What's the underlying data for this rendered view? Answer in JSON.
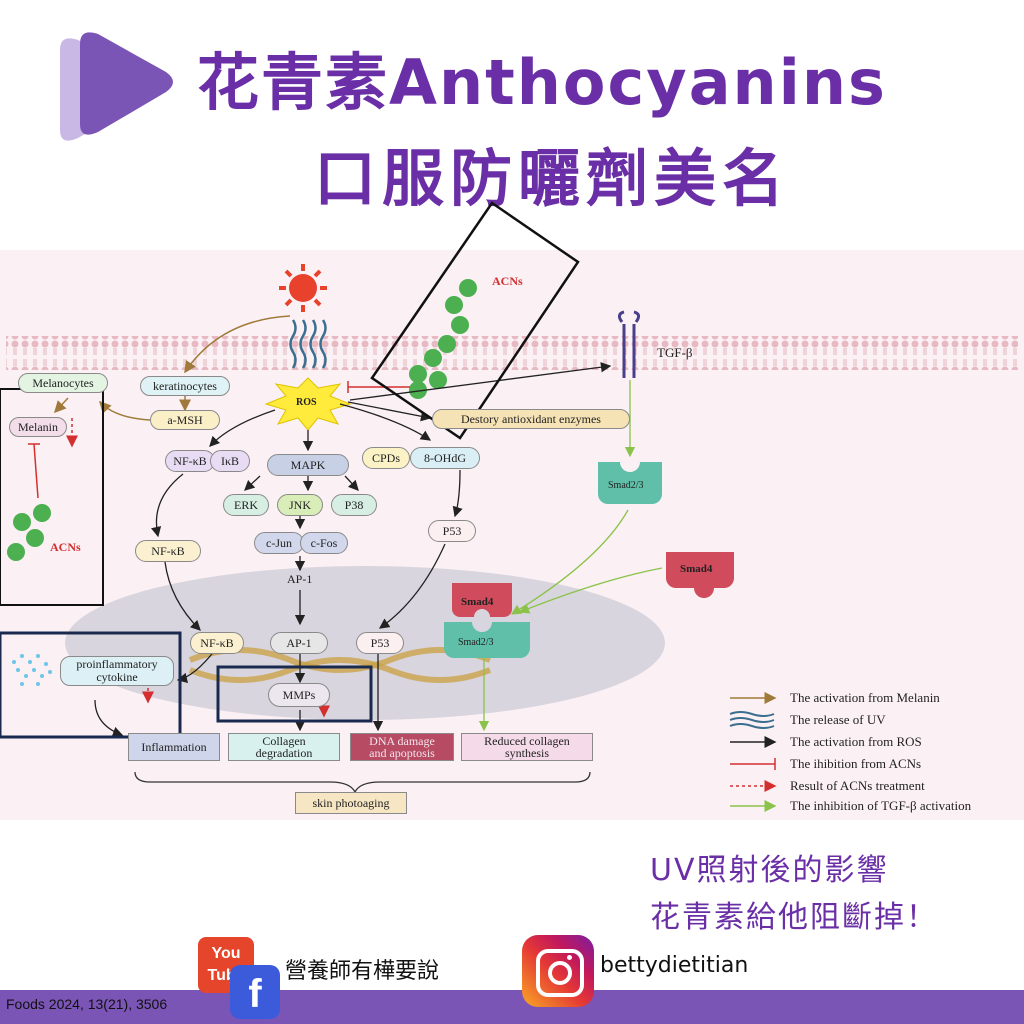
{
  "title_line1": "花青素Anthocyanins",
  "title_line2": "口服防曬劑美名",
  "diagram": {
    "acns_top": "ACNs",
    "tgf": "TGF-β",
    "melanocytes": "Melanocytes",
    "keratinocytes": "keratinocytes",
    "amsh": "a-MSH",
    "ros": "ROS",
    "destroy": "Destory antioxidant enzymes",
    "melanin": "Melanin",
    "acns_left": "ACNs",
    "nfkb1": "NF-κB",
    "ikb": "IκB",
    "mapk": "MAPK",
    "erk": "ERK",
    "jnk": "JNK",
    "p38": "P38",
    "cjun": "c-Jun",
    "cfos": "c-Fos",
    "ap1_top": "AP-1",
    "cpds": "CPDs",
    "ohdg": "8-OHdG",
    "p53_top": "P53",
    "smad23_top": "Smad2/3",
    "smad4_right": "Smad4",
    "nfkb2": "NF-κB",
    "smad4_nuc": "Smad4",
    "smad23_nuc": "Smad2/3",
    "nfkb3": "NF-κB",
    "ap1_nuc": "AP-1",
    "p53_nuc": "P53",
    "cytokine_l1": "proinflammatory",
    "cytokine_l2": "cytokine",
    "mmps": "MMPs",
    "inflammation": "Inflammation",
    "collagen_l1": "Collagen",
    "collagen_l2": "degradation",
    "dna_l1": "DNA damage",
    "dna_l2": "and apoptosis",
    "reduced_l1": "Reduced collagen",
    "reduced_l2": "synthesis",
    "photoaging": "skin photoaging"
  },
  "legend": [
    "The activation from Melanin",
    "The release of UV",
    "The activation from ROS",
    "The ihibition from  ACNs",
    "Result of ACNs treatment",
    "The inhibition of TGF-β activation"
  ],
  "colors": {
    "title": "#6a2fa6",
    "acn_green": "#4caf50",
    "melanin_arrow": "#a07a3a",
    "uv_wave": "#3b6e8f",
    "inhibit_red": "#d32f2f",
    "tgf_green": "#8bc34a"
  },
  "note_line1": "UV照射後的影響",
  "note_line2": "花青素給他阻斷掉！",
  "social_youtube": "You Tube",
  "social_name": "營養師有樺要說",
  "social_instagram": "bettydietitian",
  "source": "Foods 2024, 13(21), 3506"
}
